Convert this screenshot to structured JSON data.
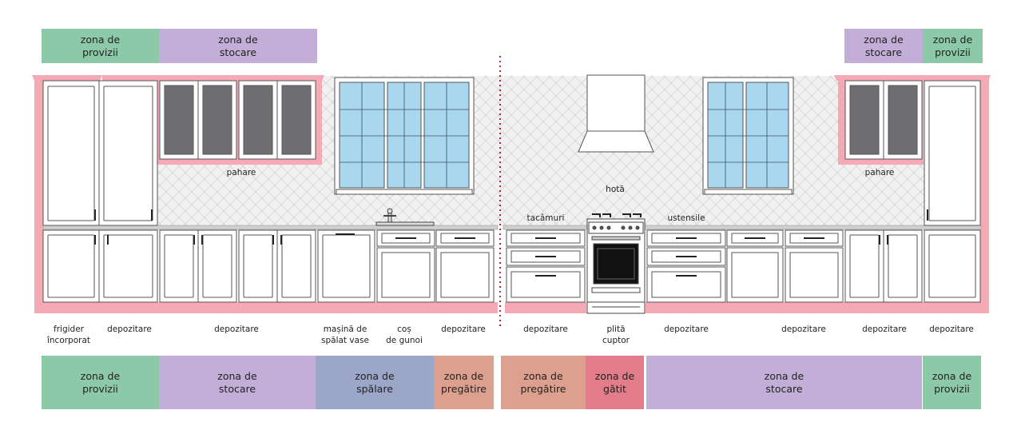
{
  "colors": {
    "provizii": "#8cc9a8",
    "stocare": "#c3aed8",
    "spalare": "#9ca6c8",
    "pregatire": "#dea08e",
    "gatit": "#e47d8a",
    "pink_trim": "#f4a9b4",
    "glass": "#a9d8ee",
    "cabinet_glass": "#6e6e72",
    "divider": "#c0272d"
  },
  "top_zones": [
    {
      "label": "zona de\nprovizii",
      "color_key": "provizii"
    },
    {
      "label": "zona de\nstocare",
      "color_key": "stocare"
    },
    {
      "label": "zona de\nstocare",
      "color_key": "stocare"
    },
    {
      "label": "zona de\nprovizii",
      "color_key": "provizii"
    }
  ],
  "bottom_zones": [
    {
      "label": "zona de\nprovizii",
      "color_key": "provizii"
    },
    {
      "label": "zona de\nstocare",
      "color_key": "stocare"
    },
    {
      "label": "zona de\nspălare",
      "color_key": "spalare"
    },
    {
      "label": "zona de\npregătire",
      "color_key": "pregatire"
    },
    {
      "label": "zona de\npregătire",
      "color_key": "pregatire"
    },
    {
      "label": "zona de\ngătit",
      "color_key": "gatit"
    },
    {
      "label": "zona de\nstocare",
      "color_key": "stocare"
    },
    {
      "label": "zona de\nprovizii",
      "color_key": "provizii"
    }
  ],
  "inline_labels": {
    "pahare_left": "pahare",
    "pahare_right": "pahare",
    "hota": "hotă",
    "tacamuri": "tacâmuri",
    "ustensile": "ustensile"
  },
  "captions": [
    "frigider\nîncorporat",
    "depozitare",
    "depozitare",
    "mașină de\nspălat vase",
    "coș\nde gunoi",
    "depozitare",
    "depozitare",
    "plită\ncuptor",
    "depozitare",
    "depozitare",
    "depozitare",
    "depozitare"
  ]
}
